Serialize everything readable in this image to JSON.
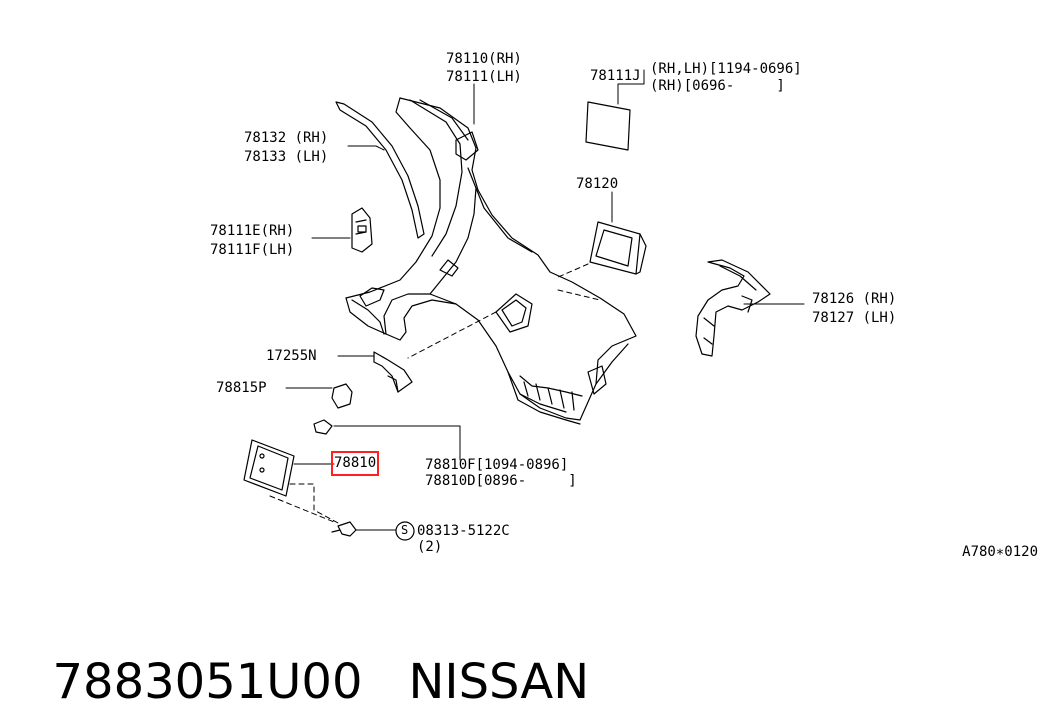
{
  "callouts": {
    "c78110": "78110(RH)",
    "c78111": "78111(LH)",
    "c78111J": "78111J",
    "c78111J_note1": "(RH,LH)[1194-0696]",
    "c78111J_note2": "(RH)[0696-     ]",
    "c78132": "78132 (RH)",
    "c78133": "78133 (LH)",
    "c78120": "78120",
    "c78111E": "78111E(RH)",
    "c78111F": "78111F(LH)",
    "c78126": "78126 (RH)",
    "c78127": "78127 (LH)",
    "c17255N": "17255N",
    "c78815P": "78815P",
    "c78810": "78810",
    "c78810F": "78810F[1094-0896]",
    "c78810D": "78810D[0896-     ]",
    "c08313": "08313-5122C",
    "c08313_qty": "(2)",
    "s_mark": "S"
  },
  "diagram_code": "A780∗0120",
  "footer": {
    "part_number": "7883051U00",
    "brand": "NISSAN"
  },
  "highlight_color": "#ff2020"
}
